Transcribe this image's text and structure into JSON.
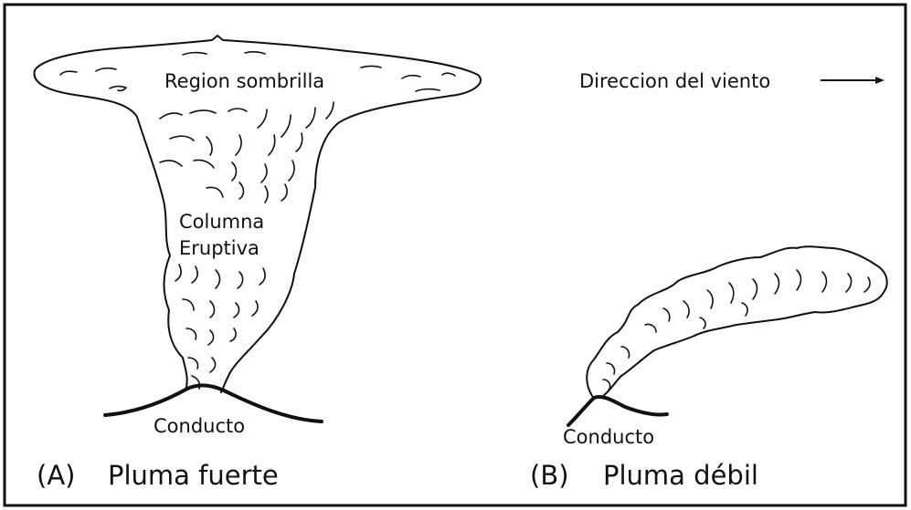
{
  "panel_a": {
    "umbrella_label": "Region sombrilla",
    "column_label_line1": "Columna",
    "column_label_line2": "Eruptiva",
    "vent_label": "Conducto",
    "caption_letter": "(A)",
    "caption_title": "Pluma fuerte"
  },
  "panel_b": {
    "wind_label": "Direccion del viento",
    "vent_label": "Conducto",
    "caption_letter": "(B)",
    "caption_title": "Pluma débil"
  }
}
